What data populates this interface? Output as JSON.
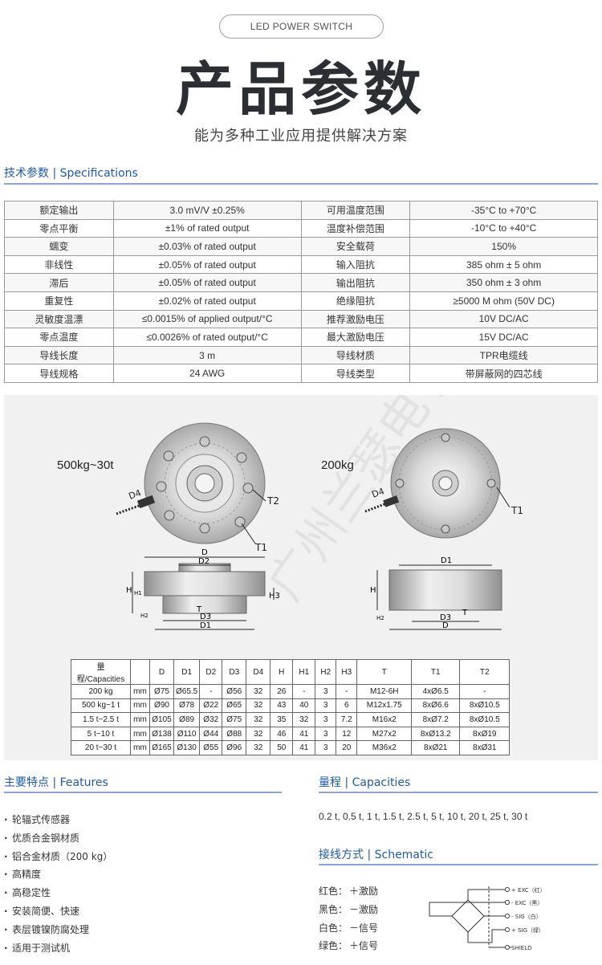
{
  "header": {
    "pill": "LED POWER SWITCH",
    "title": "产品参数",
    "subtitle": "能为多种工业应用提供解决方案"
  },
  "sections": {
    "specs": "技术参数 | Specifications",
    "features": "主要特点 | Features",
    "capacities": "量程 | Capacities",
    "schematic": "接线方式 | Schematic"
  },
  "specs": [
    [
      "额定输出",
      "3.0 mV/V ±0.25%",
      "可用温度范围",
      "-35°C to +70°C"
    ],
    [
      "零点平衡",
      "±1% of rated output",
      "温度补偿范围",
      "-10°C to +40°C"
    ],
    [
      "蠕变",
      "±0.03% of rated output",
      "安全载荷",
      "150%"
    ],
    [
      "非线性",
      "±0.05% of rated output",
      "输入阻抗",
      "385 ohm ± 5 ohm"
    ],
    [
      "滞后",
      "±0.05% of rated output",
      "输出阻抗",
      "350 ohm ± 3 ohm"
    ],
    [
      "重复性",
      "±0.02% of rated output",
      "绝缘阻抗",
      "≥5000 M ohm (50V DC)"
    ],
    [
      "灵敏度温漂",
      "≤0.0015% of applied output/°C",
      "推荐激励电压",
      "10V DC/AC"
    ],
    [
      "零点温度",
      "≤0.0026% of rated output/°C",
      "最大激励电压",
      "15V DC/AC"
    ],
    [
      "导线长度",
      "3 m",
      "导线材质",
      "TPR电缆线"
    ],
    [
      "导线规格",
      "24 AWG",
      "导线类型",
      "带屏蔽网的四芯线"
    ]
  ],
  "drawing": {
    "label_left": "500kg~30t",
    "label_right": "200kg",
    "watermark": "广州兰瑟电子",
    "dims": {
      "D": "D",
      "D1": "D1",
      "D2": "D2",
      "D3": "D3",
      "D4": "D4",
      "H": "H",
      "H1": "H1",
      "H2": "H2",
      "H3": "H3",
      "T": "T",
      "T1": "T1",
      "T2": "T2"
    }
  },
  "cap_table": {
    "header": [
      "量程/Capacities",
      "",
      "D",
      "D1",
      "D2",
      "D3",
      "D4",
      "H",
      "H1",
      "H2",
      "H3",
      "T",
      "T1",
      "T2"
    ],
    "rows": [
      [
        "200 kg",
        "mm",
        "Ø75",
        "Ø65.5",
        "-",
        "Ø56",
        "32",
        "26",
        "-",
        "3",
        "-",
        "M12-6H",
        "4xØ6.5",
        "-"
      ],
      [
        "500 kg~1 t",
        "mm",
        "Ø90",
        "Ø78",
        "Ø22",
        "Ø65",
        "32",
        "43",
        "40",
        "3",
        "6",
        "M12x1.75",
        "8xØ6.6",
        "8xØ10.5"
      ],
      [
        "1.5 t~2.5 t",
        "mm",
        "Ø105",
        "Ø89",
        "Ø32",
        "Ø75",
        "32",
        "35",
        "32",
        "3",
        "7.2",
        "M16x2",
        "8xØ7.2",
        "8xØ10.5"
      ],
      [
        "5 t~10 t",
        "mm",
        "Ø138",
        "Ø110",
        "Ø44",
        "Ø88",
        "32",
        "46",
        "41",
        "3",
        "12",
        "M27x2",
        "8xØ13.2",
        "8xØ19"
      ],
      [
        "20 t~30 t",
        "mm",
        "Ø165",
        "Ø130",
        "Ø55",
        "Ø96",
        "32",
        "50",
        "41",
        "3",
        "20",
        "M36x2",
        "8xØ21",
        "8xØ31"
      ]
    ]
  },
  "features": [
    "轮辐式传感器",
    "优质合金钢材质",
    "铝合金材质（200 kg）",
    "高精度",
    "高稳定性",
    "安装简便、快速",
    "表层镀镍防腐处理",
    "适用于测试机"
  ],
  "capacities_text": "0.2 t, 0.5 t, 1 t, 1.5 t, 2.5 t, 5 t, 10 t, 20 t, 25 t, 30 t",
  "wiring": [
    {
      "color": "红色：",
      "signal": "＋激励"
    },
    {
      "color": "黑色：",
      "signal": "－激励"
    },
    {
      "color": "白色：",
      "signal": "－信号"
    },
    {
      "color": "绿色：",
      "signal": "＋信号"
    }
  ],
  "schematic_labels": [
    "+ EXC（红）",
    "- EXC（黑）",
    "- SIG（白）",
    "+ SIG（绿）",
    "SHIELD"
  ]
}
